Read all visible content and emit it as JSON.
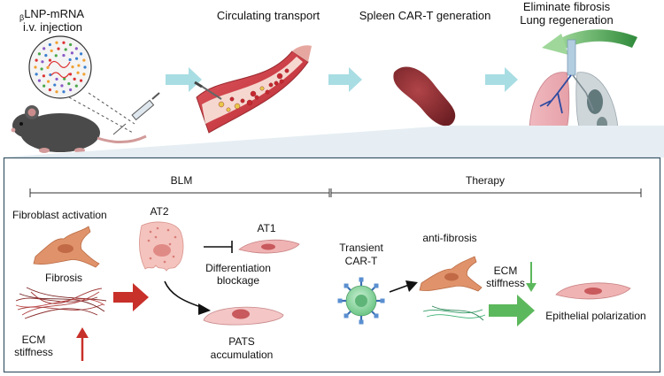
{
  "top": {
    "injection_line1_prefix": "β",
    "injection_line1_main": "LNP-mRNA",
    "injection_line2": "i.v. injection",
    "step2_label": "Circulating transport",
    "step3_label": "Spleen CAR-T generation",
    "step4_line1": "Eliminate fibrosis",
    "step4_line2": "Lung regeneration"
  },
  "panel": {
    "blm_label": "BLM",
    "therapy_label": "Therapy",
    "fibroblast_activation": "Fibroblast activation",
    "fibrosis": "Fibrosis",
    "ecm_stiffness_line1": "ECM",
    "ecm_stiffness_line2": "stiffness",
    "at2": "AT2",
    "at1": "AT1",
    "diff_block_line1": "Differentiation",
    "diff_block_line2": "blockage",
    "pats_line1": "PATS",
    "pats_line2": "accumulation",
    "transient_line1": "Transient",
    "transient_line2": "CAR-T",
    "anti_fibrosis": "anti-fibrosis",
    "ecm2_line1": "ECM",
    "ecm2_line2": "stiffness",
    "epithelial_polarization": "Epithelial polarization"
  },
  "colors": {
    "flow_arrow": "#a8dde3",
    "panel_border": "#3a5566",
    "panel_fill": "#ffffff",
    "wedge_fill": "#e6eef3",
    "red_arrow": "#c8302a",
    "green_arrow": "#5cb85c",
    "fibroblast": "#e0936a",
    "cell_pink": "#f0b3b3",
    "car_t": "#8fd6a2",
    "spleen": "#8a2e32"
  }
}
